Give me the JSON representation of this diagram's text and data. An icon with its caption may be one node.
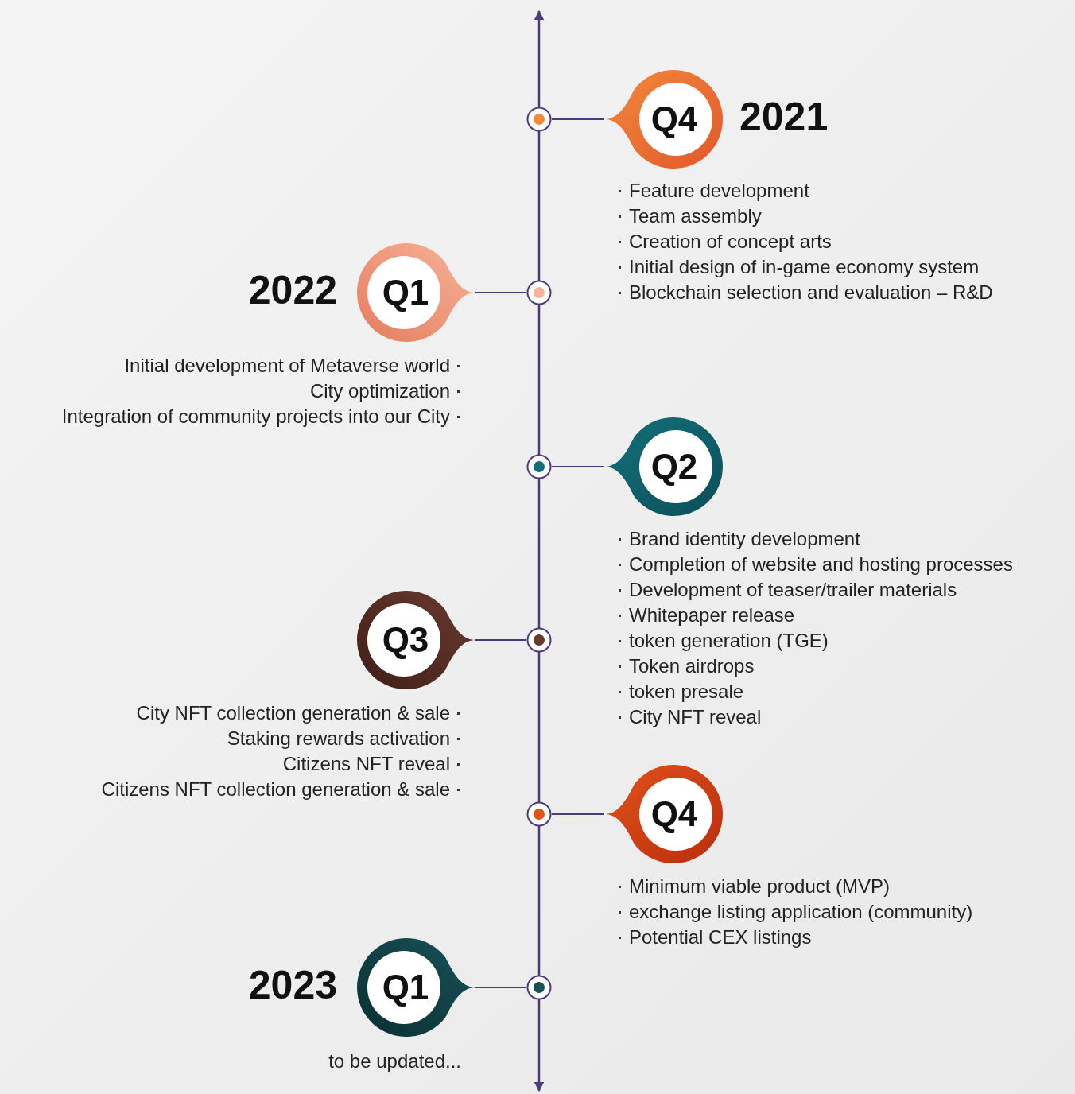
{
  "diagram": {
    "nodes": [
      {
        "text": [
          "Q4"
        ],
        "beside": [
          "2021",
          "Feature development",
          "Team assembly",
          "Creation of concept arts",
          "Initial design of in-game economy system",
          "Blockchain selection and evaluation – R&D"
        ]
      },
      {
        "text": [
          "Q1"
        ],
        "beside": [
          "2022",
          "Initial development of Metaverse world",
          "City optimization",
          "Integration of community projects into our City"
        ]
      },
      {
        "text": [
          "Q2"
        ],
        "beside": [
          "Brand identity development",
          "Completion of website and hosting processes",
          "Development of teaser/trailer materials",
          "Whitepaper release",
          "token generation (TGE)",
          "Token airdrops",
          "token presale",
          "City NFT reveal"
        ]
      },
      {
        "text": [
          "Q3"
        ],
        "beside": [
          "City NFT collection generation & sale",
          "Staking rewards activation",
          "Citizens NFT reveal",
          "Citizens NFT collection generation & sale"
        ]
      },
      {
        "text": [
          "Q4"
        ],
        "beside": [
          "Minimum viable product (MVP)",
          "exchange listing application (community)",
          "Potential CEX listings"
        ]
      },
      {
        "text": [
          "Q1"
        ],
        "beside": [
          "2023",
          "to be updated..."
        ]
      },
      {
        "text": [],
        "shape": "circle"
      },
      {
        "text": [],
        "shape": "circle"
      },
      {
        "text": [],
        "shape": "circle"
      },
      {
        "text": [],
        "shape": "circle"
      },
      {
        "text": [],
        "shape": "circle"
      },
      {
        "text": [],
        "shape": "circle"
      }
    ],
    "edges": [
      {
        "from": 0,
        "to": 6,
        "arrow": "none"
      },
      {
        "from": 1,
        "to": 7,
        "arrow": "none"
      },
      {
        "from": 2,
        "to": 8,
        "arrow": "none"
      },
      {
        "from": 3,
        "to": 9,
        "arrow": "none"
      },
      {
        "from": 4,
        "to": 10,
        "arrow": "none"
      },
      {
        "from": 5,
        "to": 11,
        "arrow": "none"
      }
    ]
  }
}
